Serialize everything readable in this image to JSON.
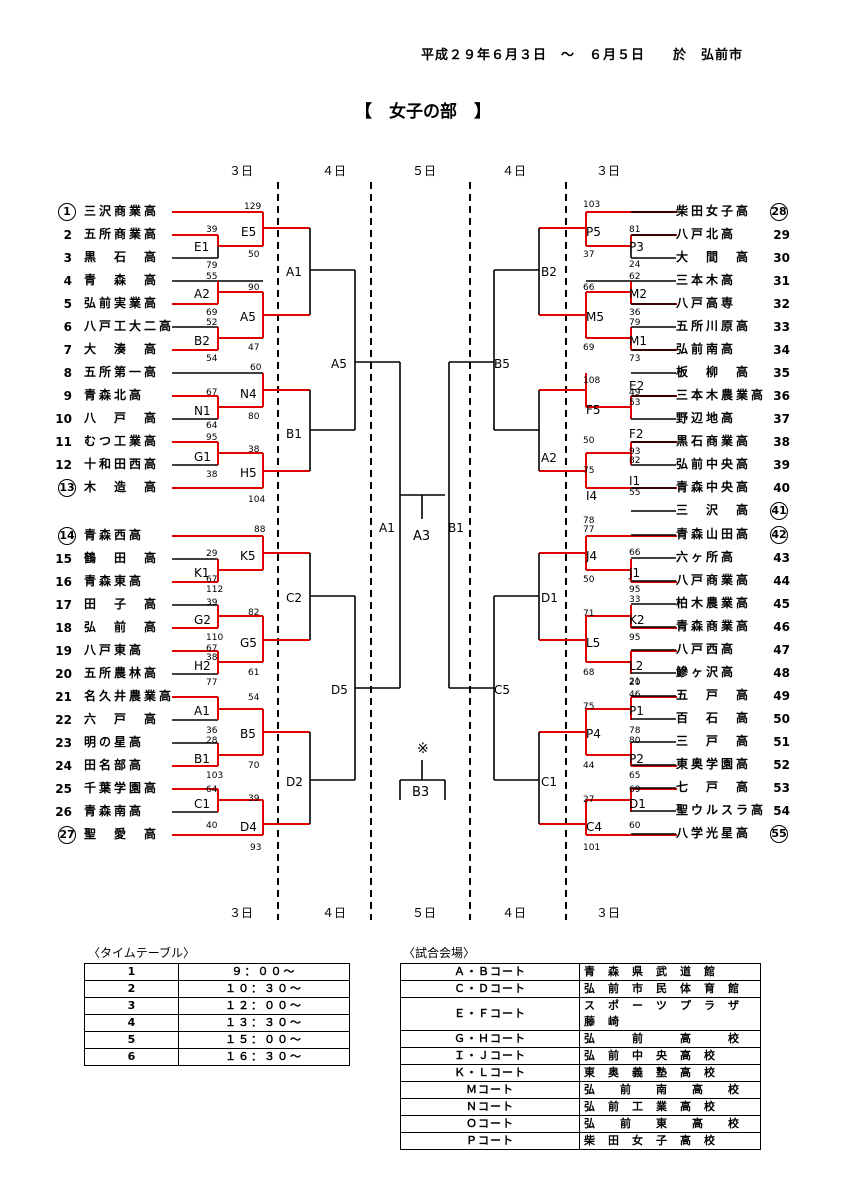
{
  "header": "平成２９年６月３日　～　６月５日　　於　弘前市",
  "title": "【　女子の部　】",
  "days": {
    "d3": "３日",
    "d4": "４日",
    "d5": "５日"
  },
  "left_teams": [
    {
      "n": "1",
      "name": "三沢商業高",
      "circled": true
    },
    {
      "n": "2",
      "name": "五所商業高"
    },
    {
      "n": "3",
      "name": "黒　石　高"
    },
    {
      "n": "4",
      "name": "青　森　高"
    },
    {
      "n": "5",
      "name": "弘前実業高"
    },
    {
      "n": "6",
      "name": "八戸工大二高"
    },
    {
      "n": "7",
      "name": "大　湊　高"
    },
    {
      "n": "8",
      "name": "五所第一高"
    },
    {
      "n": "9",
      "name": "青森北高"
    },
    {
      "n": "10",
      "name": "八　戸　高"
    },
    {
      "n": "11",
      "name": "むつ工業高"
    },
    {
      "n": "12",
      "name": "十和田西高"
    },
    {
      "n": "13",
      "name": "木　造　高",
      "circled": true
    },
    {
      "n": "14",
      "name": "青森西高",
      "circled": true
    },
    {
      "n": "15",
      "name": "鶴　田　高"
    },
    {
      "n": "16",
      "name": "青森東高"
    },
    {
      "n": "17",
      "name": "田　子　高"
    },
    {
      "n": "18",
      "name": "弘　前　高"
    },
    {
      "n": "19",
      "name": "八戸東高"
    },
    {
      "n": "20",
      "name": "五所農林高"
    },
    {
      "n": "21",
      "name": "名久井農業高"
    },
    {
      "n": "22",
      "name": "六　戸　高"
    },
    {
      "n": "23",
      "name": "明の星高"
    },
    {
      "n": "24",
      "name": "田名部高"
    },
    {
      "n": "25",
      "name": "千葉学園高"
    },
    {
      "n": "26",
      "name": "青森南高"
    },
    {
      "n": "27",
      "name": "聖　愛　高",
      "circled": true
    }
  ],
  "right_teams": [
    {
      "n": "28",
      "name": "柴田女子高",
      "circled": true
    },
    {
      "n": "29",
      "name": "八戸北高"
    },
    {
      "n": "30",
      "name": "大　間　高"
    },
    {
      "n": "31",
      "name": "三本木高"
    },
    {
      "n": "32",
      "name": "八戸高専"
    },
    {
      "n": "33",
      "name": "五所川原高"
    },
    {
      "n": "34",
      "name": "弘前南高"
    },
    {
      "n": "35",
      "name": "板　柳　高"
    },
    {
      "n": "36",
      "name": "三本木農業高"
    },
    {
      "n": "37",
      "name": "野辺地高"
    },
    {
      "n": "38",
      "name": "黒石商業高"
    },
    {
      "n": "39",
      "name": "弘前中央高"
    },
    {
      "n": "40",
      "name": "青森中央高"
    },
    {
      "n": "41",
      "name": "三　沢　高",
      "circled": true
    },
    {
      "n": "42",
      "name": "青森山田高",
      "circled": true
    },
    {
      "n": "43",
      "name": "六ヶ所高"
    },
    {
      "n": "44",
      "name": "八戸商業高"
    },
    {
      "n": "45",
      "name": "柏木農業高"
    },
    {
      "n": "46",
      "name": "青森商業高"
    },
    {
      "n": "47",
      "name": "八戸西高"
    },
    {
      "n": "48",
      "name": "鰺ヶ沢高"
    },
    {
      "n": "49",
      "name": "五　戸　高"
    },
    {
      "n": "50",
      "name": "百　石　高"
    },
    {
      "n": "51",
      "name": "三　戸　高"
    },
    {
      "n": "52",
      "name": "東奥学園高"
    },
    {
      "n": "53",
      "name": "七　戸　高"
    },
    {
      "n": "54",
      "name": "聖ウルスラ高"
    },
    {
      "n": "55",
      "name": "八学光星高",
      "circled": true
    }
  ],
  "left_labels": [
    "E5",
    "E1",
    "A1",
    "A2",
    "A5",
    "B2",
    "A5",
    "N4",
    "N1",
    "B1",
    "G1",
    "H5",
    "A1",
    "K5",
    "K1",
    "C2",
    "G2",
    "G5",
    "H2",
    "D5",
    "A1",
    "B5",
    "B1",
    "D2",
    "C1",
    "D4"
  ],
  "right_labels": [
    "P5",
    "P3",
    "B2",
    "M2",
    "M5",
    "M1",
    "B5",
    "E2",
    "F5",
    "F2",
    "A2",
    "I1",
    "I4",
    "B1",
    "J4",
    "J1",
    "D1",
    "K2",
    "L5",
    "L2",
    "C5",
    "P1",
    "P4",
    "P2",
    "C1",
    "D1",
    "C4"
  ],
  "center": {
    "final": "A3",
    "third": "B3",
    "note": "※"
  },
  "left_scores": [
    "129",
    "39",
    "50",
    "79",
    "55",
    "90",
    "69",
    "52",
    "47",
    "54",
    "60",
    "67",
    "64",
    "80",
    "95",
    "38",
    "38",
    "104",
    "88",
    "29",
    "67",
    "112",
    "39",
    "82",
    "110",
    "67",
    "38",
    "61",
    "77",
    "54",
    "36",
    "28",
    "103",
    "70",
    "64",
    "39",
    "40",
    "93"
  ],
  "right_scores": [
    "103",
    "81",
    "37",
    "24",
    "66",
    "62",
    "36",
    "79",
    "69",
    "73",
    "108",
    "49",
    "53",
    "50",
    "93",
    "82",
    "75",
    "55",
    "78",
    "77",
    "66",
    "50",
    "95",
    "33",
    "71",
    "95",
    "21",
    "68",
    "20",
    "75",
    "46",
    "78",
    "80",
    "44",
    "65",
    "27",
    "69",
    "60",
    "101"
  ],
  "timetable": {
    "caption": "〈タイムテーブル〉",
    "rows": [
      [
        "1",
        "９：００～"
      ],
      [
        "2",
        "１０：３０～"
      ],
      [
        "3",
        "１２：００～"
      ],
      [
        "4",
        "１３：３０～"
      ],
      [
        "5",
        "１５：００～"
      ],
      [
        "6",
        "１６：３０～"
      ]
    ]
  },
  "venues": {
    "caption": "〈試合会場〉",
    "rows": [
      [
        "Ａ・Ｂコート",
        "青　森　県　武　道　館"
      ],
      [
        "Ｃ・Ｄコート",
        "弘　前　市　民　体　育　館"
      ],
      [
        "Ｅ・Ｆコート",
        "ス　ポ　ー　ツ　プ　ラ　ザ　藤　崎"
      ],
      [
        "Ｇ・Ｈコート",
        "弘　　　前　　　高　　　校"
      ],
      [
        "Ｉ・Ｊコート",
        "弘　前　中　央　高　校"
      ],
      [
        "Ｋ・Ｌコート",
        "東　奥　義　塾　高　校"
      ],
      [
        "Ｍコート",
        "弘　　前　　南　　高　　校"
      ],
      [
        "Ｎコート",
        "弘　前　工　業　高　校"
      ],
      [
        "Ｏコート",
        "弘　　前　　東　　高　　校"
      ],
      [
        "Ｐコート",
        "柴　田　女　子　高　校"
      ]
    ]
  },
  "colors": {
    "winner_line": "#e00000",
    "line": "#000000"
  }
}
